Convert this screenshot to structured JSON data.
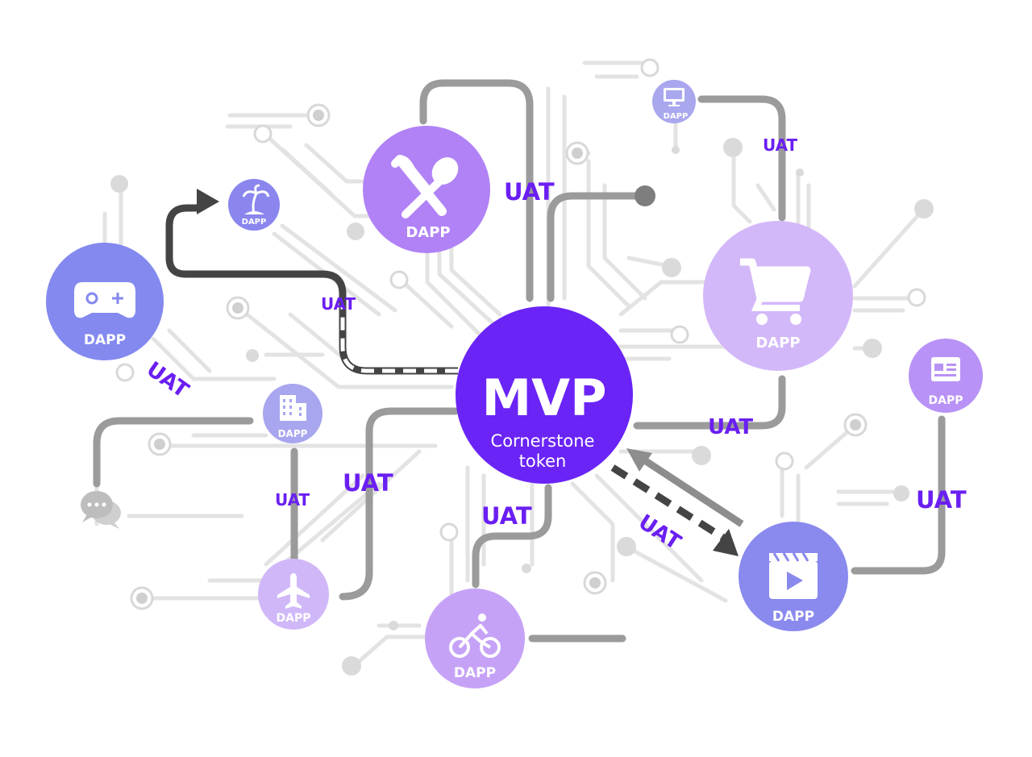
{
  "hub": {
    "title": "MVP",
    "subtitle_line1": "Cornerstone",
    "subtitle_line2": "token",
    "color": "#6a24f5"
  },
  "dapp_label": "DAPP",
  "link_label": "UAT",
  "nodes": [
    {
      "id": "food",
      "icon": "fork-spoon-icon",
      "label": "DAPP",
      "color": "#b182f6"
    },
    {
      "id": "island",
      "icon": "palm-tree-icon",
      "label": "DAPP",
      "color": "#8a86ee"
    },
    {
      "id": "game",
      "icon": "gamepad-icon",
      "label": "DAPP",
      "color": "#8489ef"
    },
    {
      "id": "building",
      "icon": "building-icon",
      "label": "DAPP",
      "color": "#a8a6ee"
    },
    {
      "id": "chat",
      "icon": "chat-bubbles-icon",
      "label": "",
      "color": "#c9c9c9"
    },
    {
      "id": "plane",
      "icon": "airplane-icon",
      "label": "DAPP",
      "color": "#d0b8f8"
    },
    {
      "id": "bike",
      "icon": "cyclist-icon",
      "label": "DAPP",
      "color": "#c6a2f7"
    },
    {
      "id": "video",
      "icon": "video-play-icon",
      "label": "DAPP",
      "color": "#8a89ee"
    },
    {
      "id": "news",
      "icon": "news-icon",
      "label": "DAPP",
      "color": "#b892f6"
    },
    {
      "id": "cart",
      "icon": "shopping-cart-icon",
      "label": "DAPP",
      "color": "#d3b8f9"
    },
    {
      "id": "monitor",
      "icon": "monitor-icon",
      "label": "DAPP",
      "color": "#a9a7ee"
    }
  ],
  "links": [
    {
      "id": "food-hub",
      "label": "UAT"
    },
    {
      "id": "island-hub",
      "label": "UAT"
    },
    {
      "id": "game-chat",
      "label": "UAT"
    },
    {
      "id": "building-plane",
      "label": "UAT"
    },
    {
      "id": "plane-hub",
      "label": "UAT"
    },
    {
      "id": "bike-hub",
      "label": "UAT"
    },
    {
      "id": "hub-video",
      "label": "UAT"
    },
    {
      "id": "hub-cart",
      "label": "UAT"
    },
    {
      "id": "monitor-cart",
      "label": "UAT"
    },
    {
      "id": "news-video",
      "label": "UAT"
    }
  ]
}
